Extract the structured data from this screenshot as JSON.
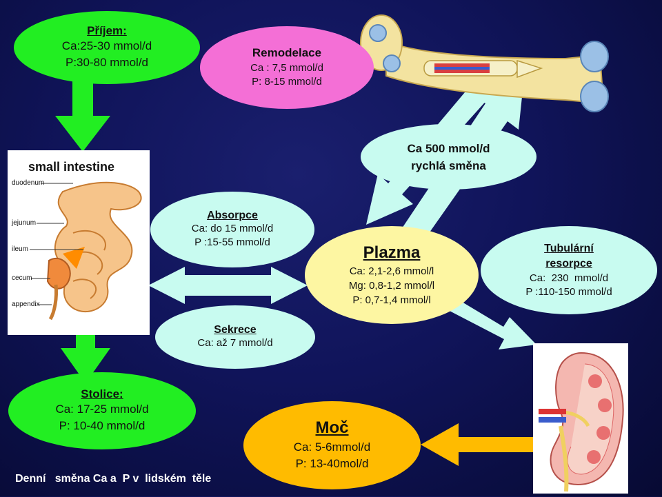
{
  "nodes": {
    "prijem": {
      "title": "Příjem:",
      "lines": [
        "Ca:25-30 mmol/d",
        "P:30-80 mmol/d"
      ]
    },
    "remodelace": {
      "title": "Remodelace",
      "lines": [
        "Ca : 7,5 mmol/d",
        "P: 8-15 mmol/d"
      ]
    },
    "ca500": {
      "lines": [
        "Ca 500 mmol/d",
        "rychlá směna"
      ]
    },
    "absorpce": {
      "title": "Absorpce",
      "lines": [
        "Ca: do 15 mmol/d",
        "P :15-55 mmol/d"
      ]
    },
    "sekrece": {
      "title": "Sekrece",
      "lines": [
        "Ca: až 7 mmol/d"
      ]
    },
    "plazma": {
      "title": "Plazma",
      "lines": [
        "Ca: 2,1-2,6 mmol/l",
        "Mg: 0,8-1,2 mmol/l",
        "P: 0,7-1,4 mmol/l"
      ]
    },
    "tubular": {
      "title": [
        "Tubulární",
        "resorpce"
      ],
      "lines": [
        "Ca:  230  mmol/d",
        "P :110-150 mmol/d"
      ]
    },
    "moc": {
      "title": "Moč",
      "lines": [
        "Ca: 5-6mmol/d",
        "P: 13-40mol/d"
      ]
    },
    "stolice": {
      "title": "Stolice:",
      "lines": [
        "Ca: 17-25 mmol/d",
        "P: 10-40 mmol/d"
      ]
    }
  },
  "intestine_image": {
    "title": "small intestine",
    "labels": [
      "duodenum",
      "jejunum",
      "ileum",
      "cecum",
      "appendix"
    ]
  },
  "caption": "Denní   směna Ca a  P v  lidském  těle",
  "colors": {
    "intake_green": "#22ee22",
    "arrow_green": "#22ee22",
    "arrow_cyan": "#c8fbf0",
    "arrow_orange": "#ffbb00",
    "remodelace_pink": "#f46fd6",
    "plazma_yellow": "#fdf6a2",
    "moc_orange": "#ffbb00"
  }
}
